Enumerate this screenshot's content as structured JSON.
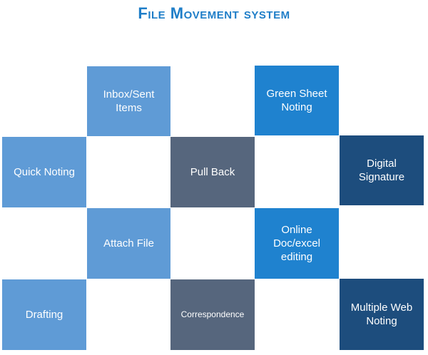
{
  "title": "File Movement system",
  "tiles": [
    {
      "id": "inbox-sent-items",
      "label_lines": [
        "Inbox/Sent",
        "Items"
      ]
    },
    {
      "id": "green-sheet-noting",
      "label_lines": [
        "Green Sheet",
        "Noting"
      ]
    },
    {
      "id": "quick-noting",
      "label_lines": [
        "Quick Noting"
      ]
    },
    {
      "id": "pull-back",
      "label_lines": [
        "Pull Back"
      ]
    },
    {
      "id": "digital-signature",
      "label_lines": [
        "Digital",
        "Signature"
      ]
    },
    {
      "id": "attach-file",
      "label_lines": [
        "Attach File"
      ]
    },
    {
      "id": "online-doc-excel",
      "label_lines": [
        "Online",
        "Doc/excel",
        "editing"
      ]
    },
    {
      "id": "drafting",
      "label_lines": [
        "Drafting"
      ]
    },
    {
      "id": "correspondence",
      "label_lines": [
        "Correspondence"
      ]
    },
    {
      "id": "multiple-web-noting",
      "label_lines": [
        "Multiple Web",
        "Noting"
      ]
    }
  ],
  "colors": {
    "title": "#1f7ec8",
    "light_blue": "#5f9bd6",
    "medium_blue": "#1f82cf",
    "slate": "#56667d",
    "navy": "#1d4d7d"
  }
}
